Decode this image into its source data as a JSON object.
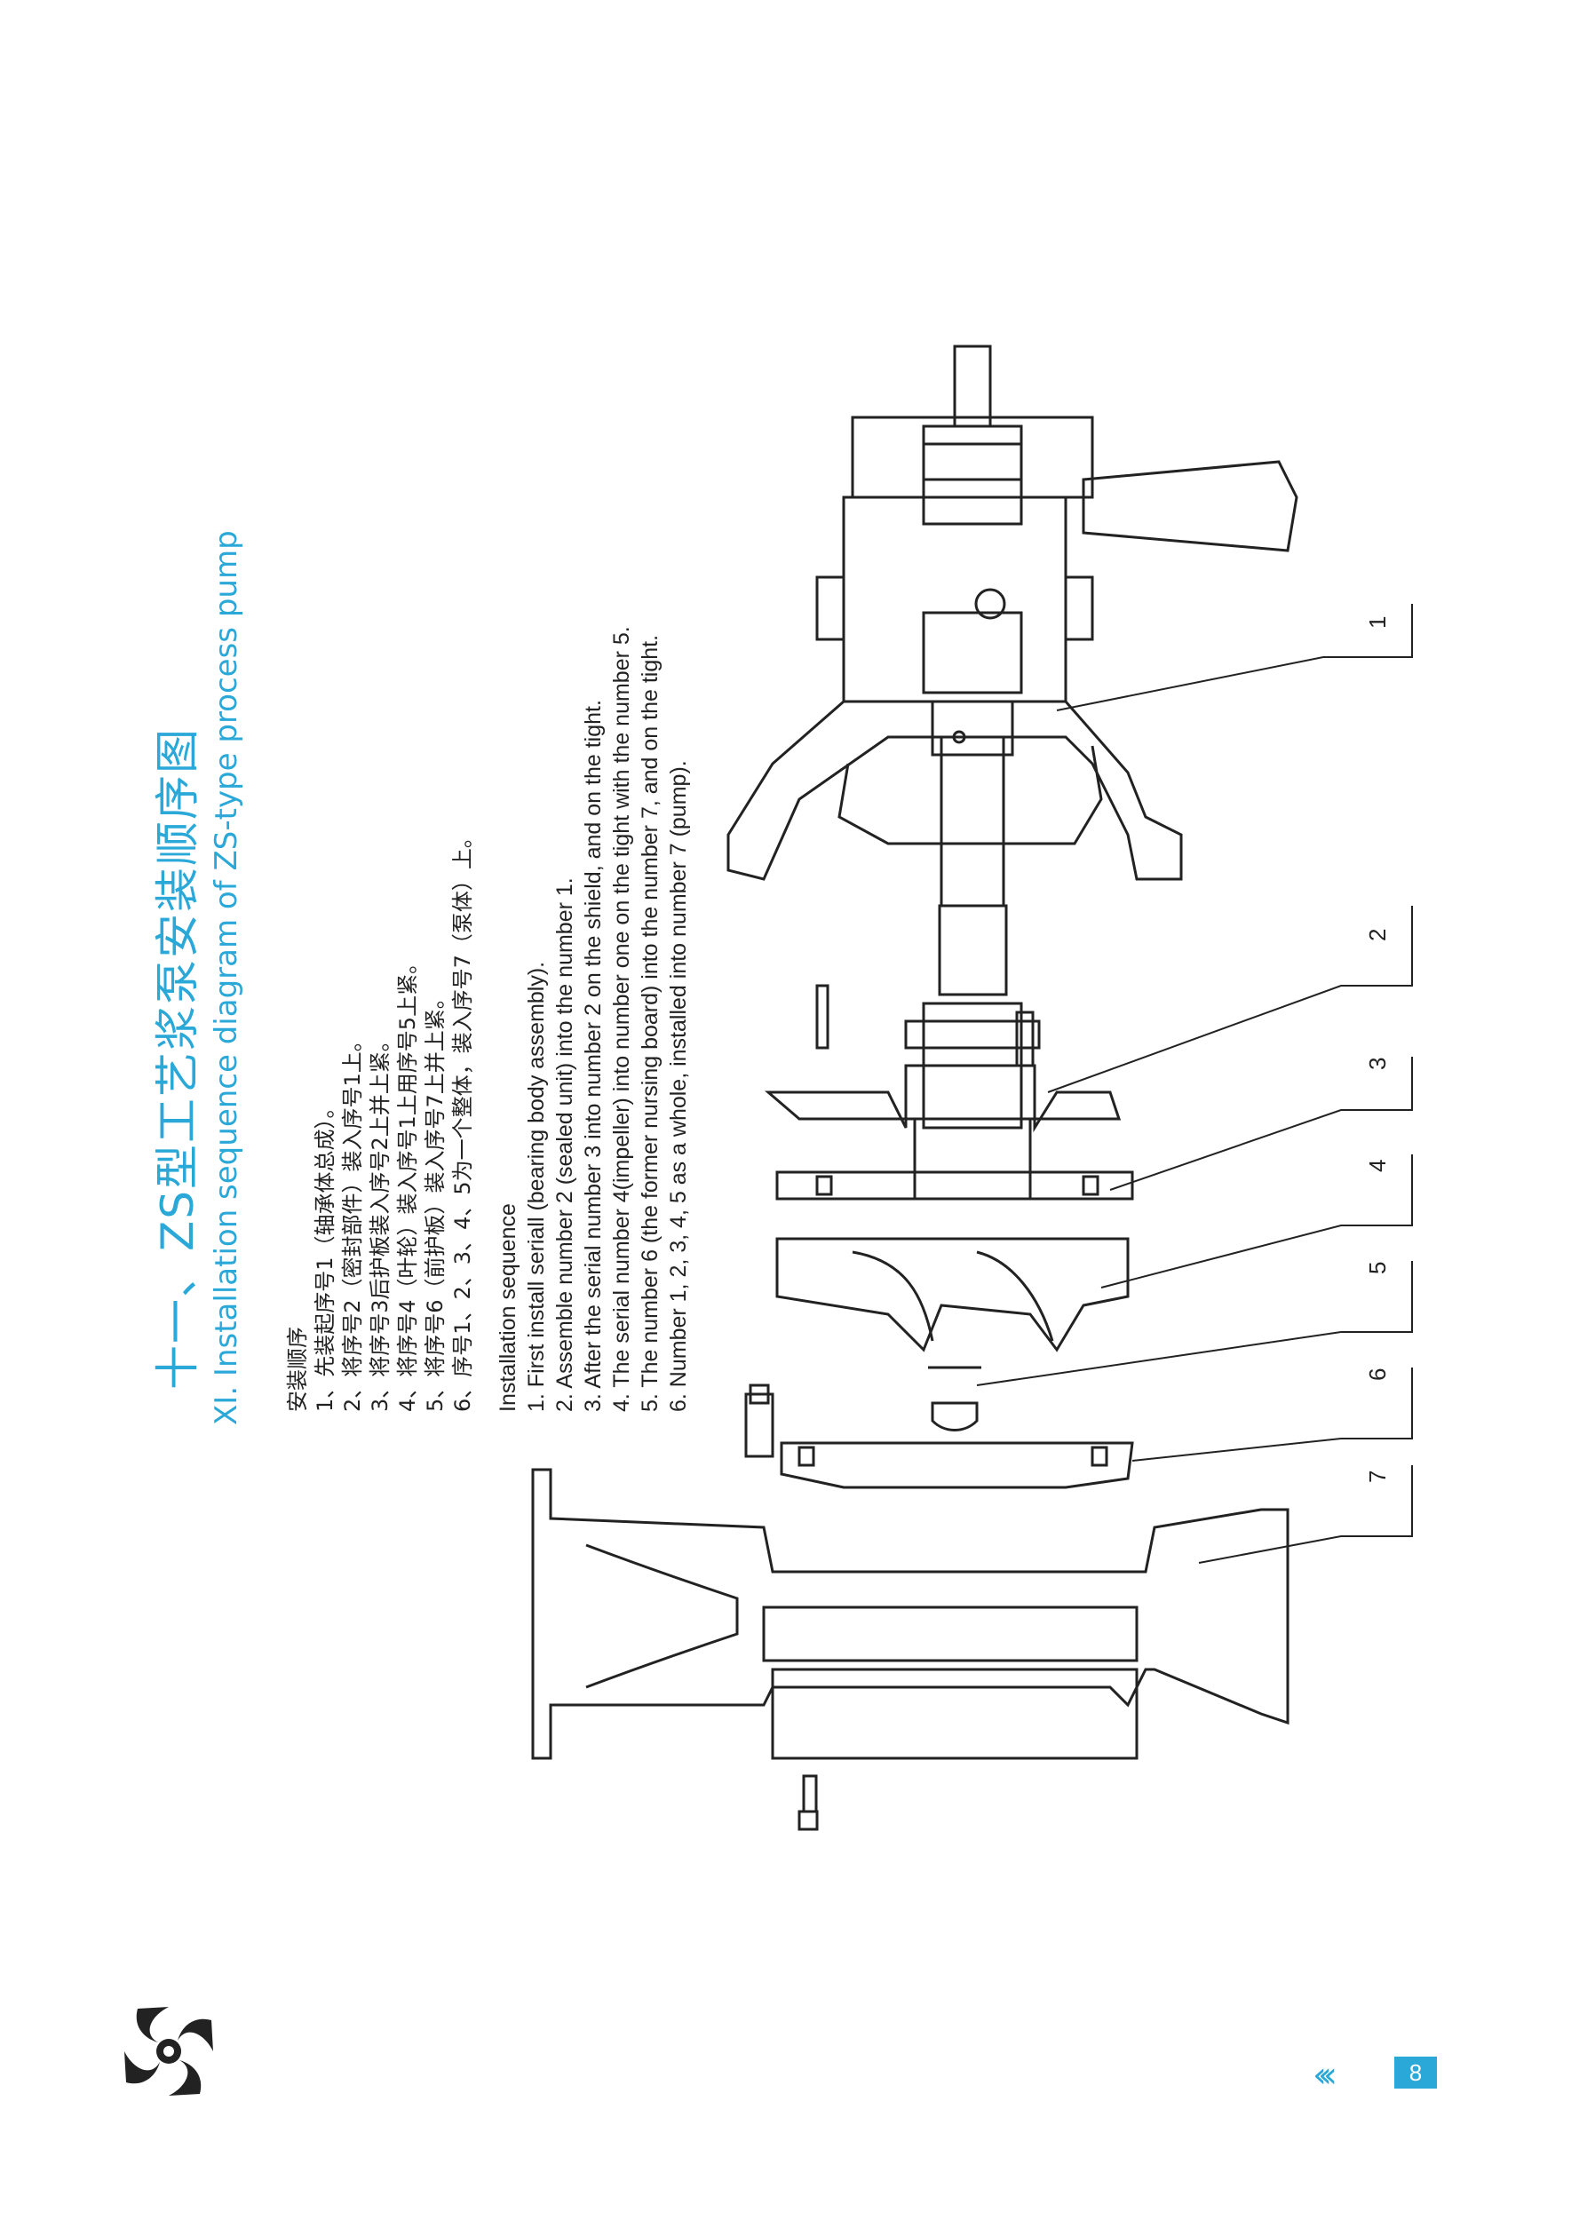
{
  "title": {
    "cn": "十一、ZS型工艺浆泵安装顺序图",
    "en": "XI. Installation sequence diagram of ZS-type process pump"
  },
  "cn_sequence": {
    "heading": "安装顺序",
    "steps": [
      "1、先装起序号1（轴承体总成）。",
      "2、将序号2（密封部件）装入序号1上。",
      "3、将序号3后护板装入序号2上并上紧。",
      "4、将序号4（叶轮）装入序号1上用序号5上紧。",
      "5、将序号6（前护板）装入序号7上并上紧。",
      "6、序号1、2、3、4、5为一个整体，装入序号7（泵体）上。"
    ]
  },
  "en_sequence": {
    "heading": "Installation sequence",
    "steps": [
      "1. First install seriall (bearing body assembly).",
      "2. Assemble number 2 (sealed unit) into the number 1.",
      "3. After the serial number 3 into number 2 on the shield, and on the tight.",
      "4. The serial number 4(impeller) into number one on the tight with the number 5.",
      "5. The number 6 (the former nursing board) into the number 7, and on the tight.",
      "6. Number 1, 2, 3, 4, 5 as a whole, installed into number 7 (pump)."
    ]
  },
  "callouts": [
    "1",
    "2",
    "3",
    "4",
    "5",
    "6",
    "7"
  ],
  "page": {
    "number": "8",
    "accent_color": "#2aa8d8"
  },
  "icons": {
    "logo": "swirl-logo-icon",
    "page_arrows": "chevron-left-icon"
  }
}
